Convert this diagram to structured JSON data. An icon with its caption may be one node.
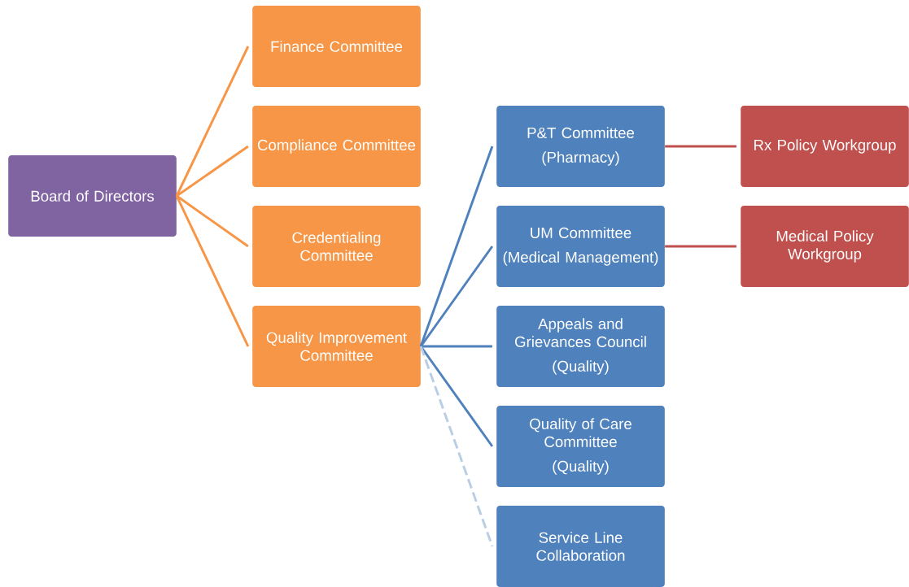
{
  "diagram": {
    "nodes": [
      {
        "text": [
          "Board of Directors"
        ]
      },
      {
        "text": [
          "Finance Committee"
        ]
      },
      {
        "text": [
          "Compliance Committee"
        ]
      },
      {
        "text": [
          "Credentialing Committee"
        ]
      },
      {
        "text": [
          "Quality Improvement Committee"
        ]
      },
      {
        "text": [
          "P&T Committee",
          "(Pharmacy)"
        ]
      },
      {
        "text": [
          "UM Committee",
          "(Medical Management)"
        ]
      },
      {
        "text": [
          "Appeals and Grievances Council",
          "(Quality)"
        ]
      },
      {
        "text": [
          "Quality of Care Committee",
          "(Quality)"
        ]
      },
      {
        "text": [
          "Service Line Collaboration"
        ]
      },
      {
        "text": [
          "Rx Policy Workgroup"
        ]
      },
      {
        "text": [
          "Medical Policy Workgroup"
        ]
      }
    ],
    "edges": [
      {
        "from": 0,
        "to": 1,
        "arrow": "none",
        "color": "#f79646"
      },
      {
        "from": 0,
        "to": 2,
        "arrow": "none",
        "color": "#f79646"
      },
      {
        "from": 0,
        "to": 3,
        "arrow": "none",
        "color": "#f79646"
      },
      {
        "from": 0,
        "to": 4,
        "arrow": "none",
        "color": "#f79646"
      },
      {
        "from": 4,
        "to": 5,
        "arrow": "none",
        "color": "#4f81bd"
      },
      {
        "from": 4,
        "to": 6,
        "arrow": "none",
        "color": "#4f81bd"
      },
      {
        "from": 4,
        "to": 7,
        "arrow": "none",
        "color": "#4f81bd"
      },
      {
        "from": 4,
        "to": 8,
        "arrow": "none",
        "color": "#4f81bd"
      },
      {
        "from": 4,
        "to": 9,
        "arrow": "none",
        "style": "dashed",
        "color": "#b9cde5"
      },
      {
        "from": 5,
        "to": 10,
        "arrow": "none",
        "color": "#c0504d"
      },
      {
        "from": 6,
        "to": 11,
        "arrow": "none",
        "color": "#c0504d"
      }
    ]
  }
}
